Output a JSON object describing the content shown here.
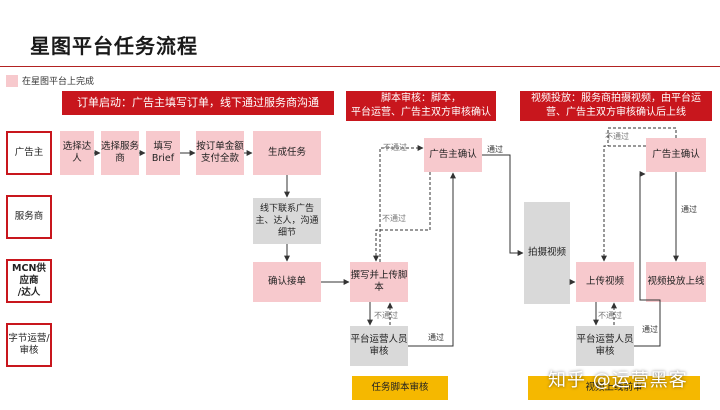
{
  "title": "星图平台任务流程",
  "legend": {
    "label": "在星图平台上完成",
    "color": "#f7c9cd"
  },
  "banners": [
    {
      "id": "b1",
      "text": "订单启动：广告主填写订单，线下通过服务商沟通"
    },
    {
      "id": "b2",
      "text": "脚本审核：脚本，\n平台运营、广告主双方审核确认"
    },
    {
      "id": "b3",
      "text": "视频投放：服务商拍摄视频，由平台运营、广告主双方审核确认后上线"
    }
  ],
  "roles": [
    {
      "id": "r1",
      "text": "广告主"
    },
    {
      "id": "r2",
      "text": "服务商"
    },
    {
      "id": "r3",
      "text": "MCN供应商\n/达人"
    },
    {
      "id": "r4",
      "text": "字节运营/\n审核"
    }
  ],
  "nodes": {
    "select_talent": "选择达人",
    "select_provider": "选择服务商",
    "fill_brief": "填写\nBrief",
    "pay": "按订单金额支付全款",
    "create_task": "生成任务",
    "offline_contact": "线下联系广告主、达人，沟通细节",
    "confirm_order": "确认接单",
    "write_script": "撰写并上传脚本",
    "script_review": "平台运营人员审核",
    "advertiser_confirm_1": "广告主确认",
    "shoot_video": "拍摄视频",
    "upload_video": "上传视频",
    "video_review": "平台运营人员审核",
    "advertiser_confirm_2": "广告主确认",
    "video_launch": "视频投放上线",
    "task_script_review": "任务脚本审核",
    "video_partial": "视频上线前审"
  },
  "edge_labels": {
    "fail": "不通过",
    "pass": "通过"
  },
  "watermark": "知乎 @运营黑客",
  "colors": {
    "accent": "#c8161d",
    "done": "#f7c9cd",
    "offline": "#d9d9d9",
    "highlight": "#f5b800"
  }
}
